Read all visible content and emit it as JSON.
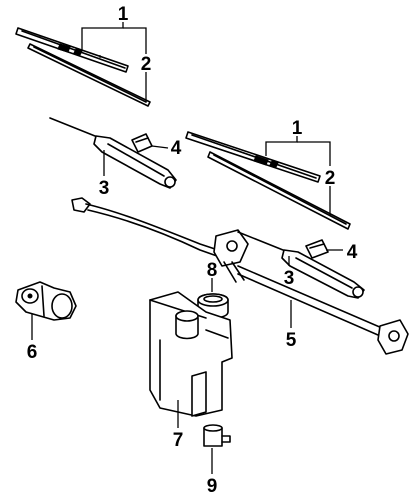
{
  "callouts": {
    "c1a": "1",
    "c2a": "2",
    "c4a": "4",
    "c3a": "3",
    "c1b": "1",
    "c2b": "2",
    "c4b": "4",
    "c3b": "3",
    "c8": "8",
    "c5": "5",
    "c6": "6",
    "c7": "7",
    "c9": "9"
  }
}
